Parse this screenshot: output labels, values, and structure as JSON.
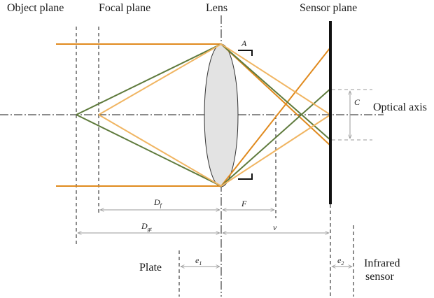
{
  "labels": {
    "object_plane": "Object plane",
    "focal_plane": "Focal plane",
    "lens": "Lens",
    "sensor_plane": "Sensor plane",
    "optical_axis": "Optical axis",
    "plate": "Plate",
    "infrared_sensor_1": "Infrared",
    "infrared_sensor_2": "sensor"
  },
  "vars": {
    "A": "A",
    "C": "C",
    "F": "F",
    "v": "v",
    "Df_base": "D",
    "Df_sub": "f",
    "Dgt_base": "D",
    "Dgt_sub": "gt",
    "e1_base": "e",
    "e1_sub": "1",
    "e2_base": "e",
    "e2_sub": "2"
  },
  "colors": {
    "orange": "#e08a1e",
    "light_orange": "#f0b562",
    "green": "#5e7a3c",
    "lens_fill": "#e3e3e3",
    "sensor": "#111111"
  }
}
